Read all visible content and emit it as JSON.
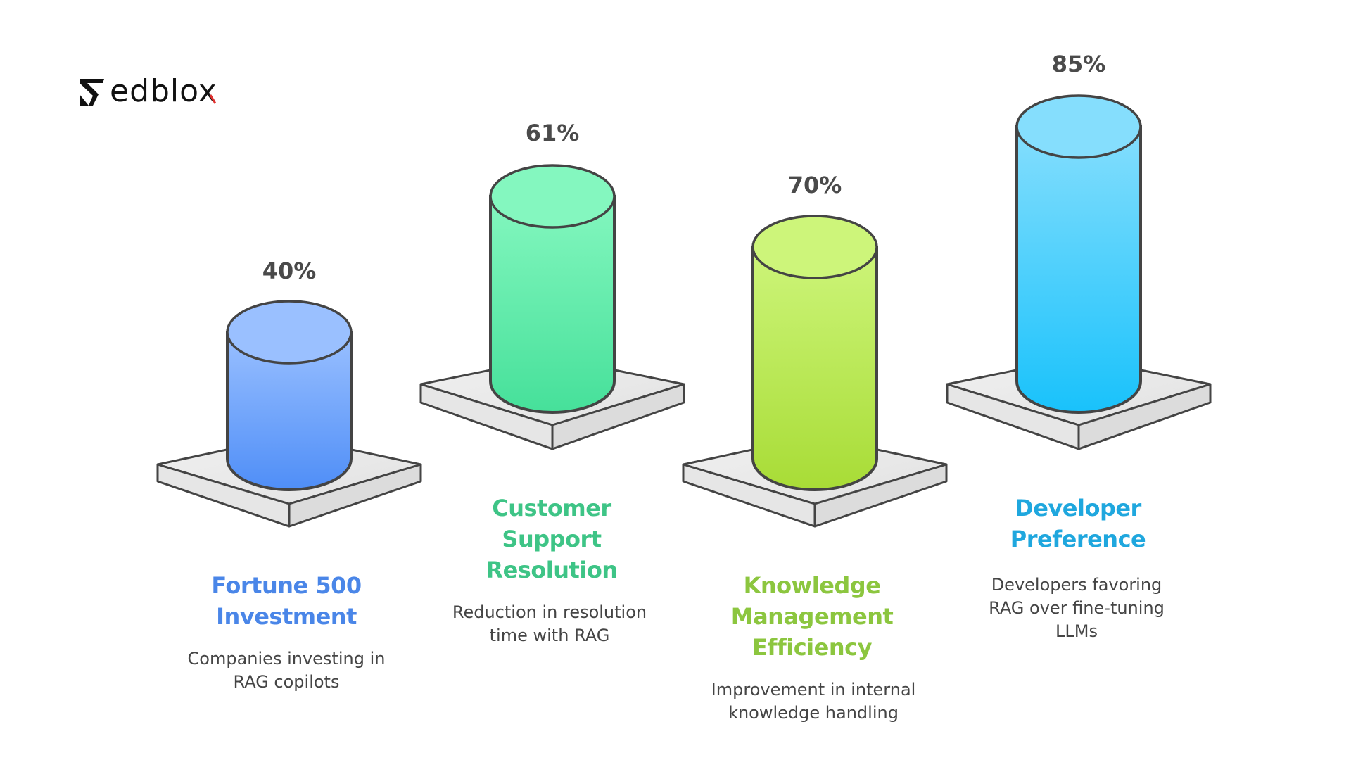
{
  "brand": {
    "name_suffix": "edblox",
    "accent": "#e0312f"
  },
  "chart_data": {
    "type": "bar",
    "style": "3d-cylinders-on-isometric-plates",
    "title": "",
    "categories": [
      "Fortune 500 Investment",
      "Customer Support Resolution",
      "Knowledge Management Efficiency",
      "Developer Preference"
    ],
    "values": [
      40,
      61,
      70,
      85
    ],
    "value_labels": [
      "40%",
      "61%",
      "70%",
      "85%"
    ],
    "unit": "%",
    "legend": "none",
    "grid": false
  },
  "items": [
    {
      "value_label": "40%",
      "title": "Fortune 500\nInvestment",
      "description": "Companies investing in\nRAG copilots",
      "color": "#4a86e8",
      "grad_top": "#9ac0ff",
      "grad_bottom": "#4f8ef7"
    },
    {
      "value_label": "61%",
      "title": "Customer\nSupport\nResolution",
      "description": "Reduction in resolution\ntime with RAG",
      "color": "#3ec486",
      "grad_top": "#84f7bf",
      "grad_bottom": "#46e09a"
    },
    {
      "value_label": "70%",
      "title": "Knowledge\nManagement\nEfficiency",
      "description": "Improvement in internal\nknowledge handling",
      "color": "#8cc63f",
      "grad_top": "#cdf57a",
      "grad_bottom": "#a8dc36"
    },
    {
      "value_label": "85%",
      "title": "Developer\nPreference",
      "description": "Developers favoring\nRAG over fine-tuning\nLLMs",
      "color": "#1fa7de",
      "grad_top": "#85defd",
      "grad_bottom": "#19c2fb"
    }
  ]
}
